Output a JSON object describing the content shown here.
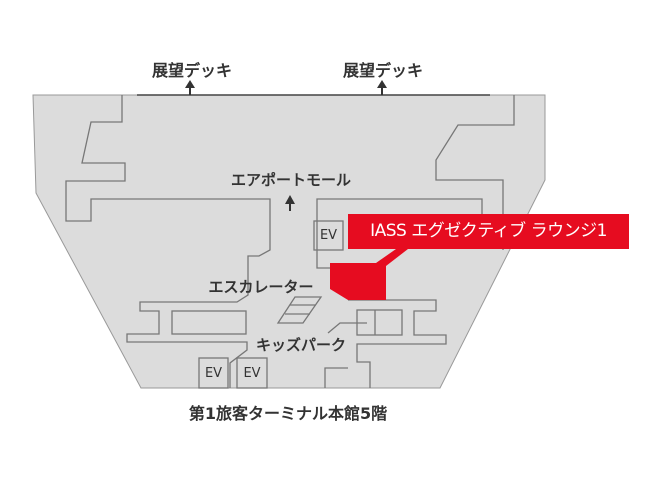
{
  "deck_labels": [
    "展望デッキ",
    "展望デッキ"
  ],
  "airport_mall": "エアポートモール",
  "escalator": "エスカレーター",
  "kids_park": "キッズパーク",
  "ev_labels": [
    "EV",
    "EV",
    "EV"
  ],
  "lounge_label": "IASS エグゼクティブ ラウンジ1",
  "floor_title": "第1旅客ターミナル本館5階",
  "colors": {
    "floor": "#dcdcdc",
    "wall": "#888888",
    "highlight": "#e60c20"
  }
}
